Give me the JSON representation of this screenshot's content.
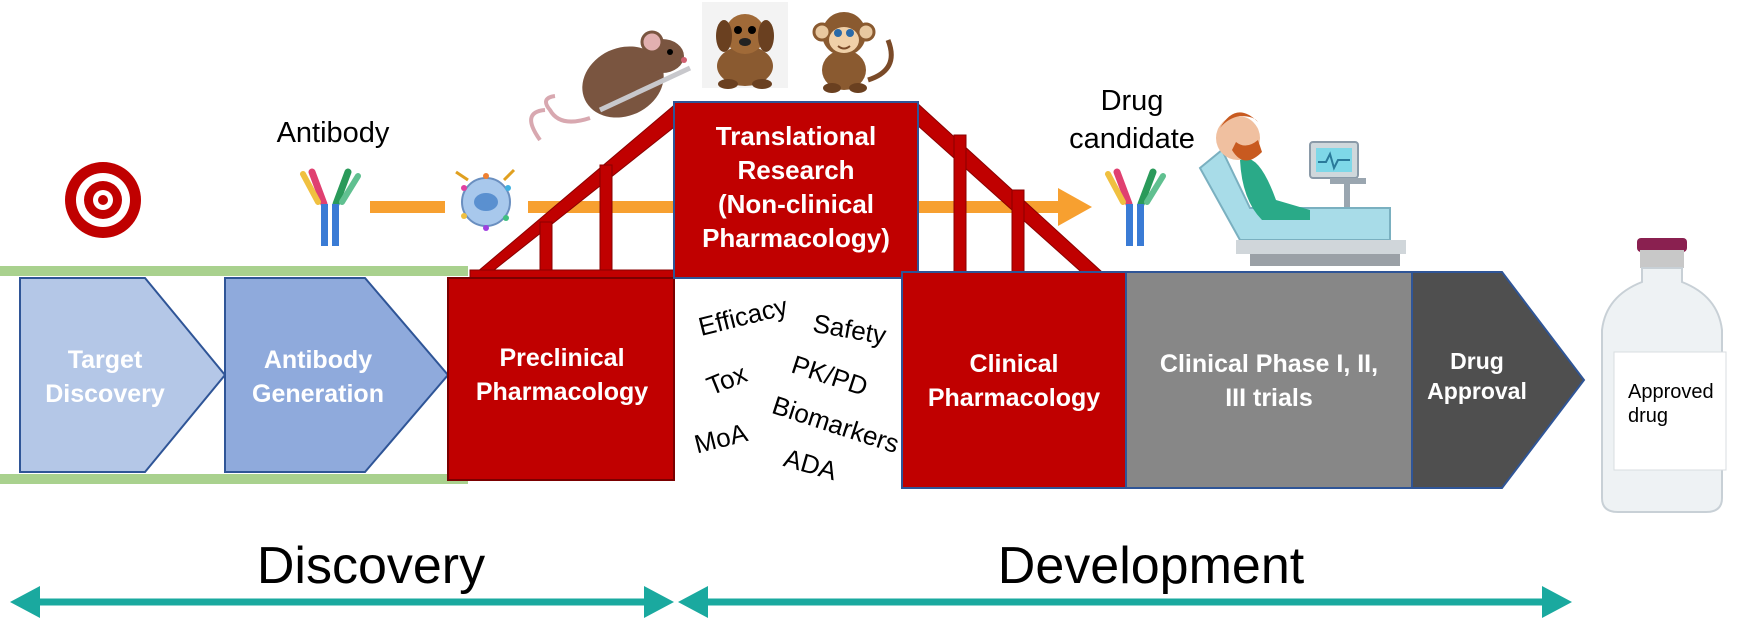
{
  "labels": {
    "antibody": "Antibody",
    "drug_candidate_line1": "Drug",
    "drug_candidate_line2": "candidate",
    "approved_line1": "Approved",
    "approved_line2": "drug"
  },
  "stages": {
    "target_discovery": [
      "Target",
      "Discovery"
    ],
    "antibody_generation": [
      "Antibody",
      "Generation"
    ],
    "preclinical": [
      "Preclinical",
      "Pharmacology"
    ],
    "translational": [
      "Translational",
      "Research",
      "(Non-clinical",
      "Pharmacology)"
    ],
    "clinical_pharmacology": [
      "Clinical",
      "Pharmacology"
    ],
    "clinical_trials": [
      "Clinical Phase I, II,",
      "III trials"
    ],
    "approval": [
      "Drug",
      "Approval"
    ]
  },
  "words": {
    "efficacy": "Efficacy",
    "safety": "Safety",
    "tox": "Tox",
    "pkpd": "PK/PD",
    "biomarkers": "Biomarkers",
    "moa": "MoA",
    "ada": "ADA"
  },
  "phases": {
    "discovery": "Discovery",
    "development": "Development"
  },
  "colors": {
    "red": "#c00000",
    "light_blue": "#b4c7e7",
    "mid_blue": "#8faadc",
    "gray": "#878787",
    "dark_gray": "#4f4f4f",
    "green_rail": "#a9d18e",
    "orange": "#f7a030",
    "teal": "#1aa99f"
  }
}
